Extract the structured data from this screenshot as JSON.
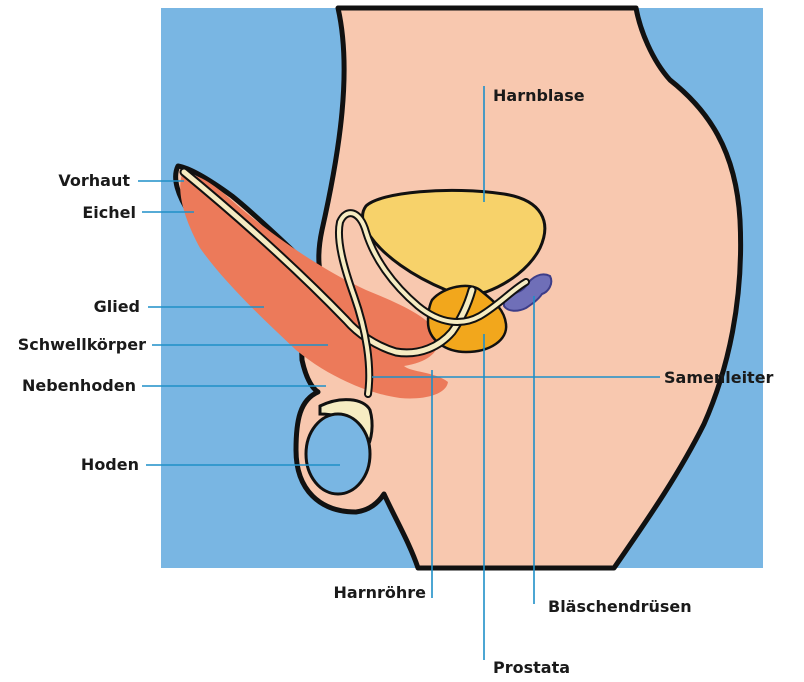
{
  "labels": {
    "vorhaut": "Vorhaut",
    "eichel": "Eichel",
    "glied": "Glied",
    "schwellkoerper": "Schwellkörper",
    "nebenhoden": "Nebenhoden",
    "hoden": "Hoden",
    "harnblase": "Harnblase",
    "samenleiter": "Samenleiter",
    "harnroehre": "Harnröhre",
    "blaeschendruesen": "Bläschendrüsen",
    "prostata": "Prostata"
  },
  "colors": {
    "background": "#79b6e3",
    "skin": "#f8c8af",
    "erectile_tissue": "#ec7a5a",
    "bladder": "#f7d26a",
    "prostate": "#f2a71c",
    "seminal_vesicles": "#6f6fb8",
    "tubes": "#f6ecc2",
    "leader_lines": "#1f8fc8"
  }
}
